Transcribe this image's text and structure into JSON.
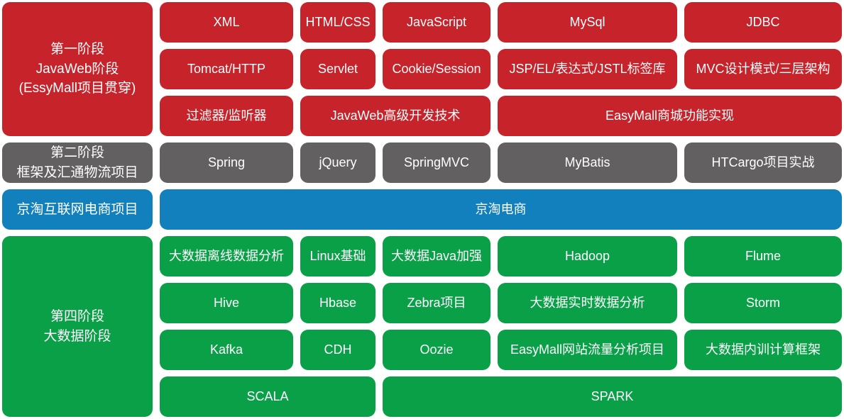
{
  "palette": {
    "red": "#C7232B",
    "gray": "#636061",
    "blue": "#1280BC",
    "green": "#0AA047",
    "text_color": "#FFFFFF",
    "page_background": "#FFFFFF"
  },
  "stage1": {
    "label": "第一阶段\nJavaWeb阶段\n(EssyMall项目贯穿)",
    "items": [
      "XML",
      "HTML/CSS",
      "JavaScript",
      "MySql",
      "JDBC",
      "Tomcat/HTTP",
      "Servlet",
      "Cookie/Session",
      "JSP/EL/表达式/JSTL标签库",
      "MVC设计模式/三层架构",
      "过滤器/监听器",
      "JavaWeb高级开发技术",
      "EasyMall商城功能实现"
    ]
  },
  "stage2": {
    "label": "第二阶段\n框架及汇通物流项目",
    "items": [
      "Spring",
      "jQuery",
      "SpringMVC",
      "MyBatis",
      "HTCargo项目实战"
    ]
  },
  "stage3": {
    "label": "京淘互联网电商项目",
    "items": [
      "京淘电商"
    ]
  },
  "stage4": {
    "label": "第四阶段\n大数据阶段",
    "items": [
      "大数据离线数据分析",
      "Linux基础",
      "大数据Java加强",
      "Hadoop",
      "Flume",
      "Hive",
      "Hbase",
      "Zebra项目",
      "大数据实时数据分析",
      "Storm",
      "Kafka",
      "CDH",
      "Oozie",
      "EasyMall网站流量分析项目",
      "大数据内训计算框架",
      "SCALA",
      "SPARK"
    ]
  }
}
